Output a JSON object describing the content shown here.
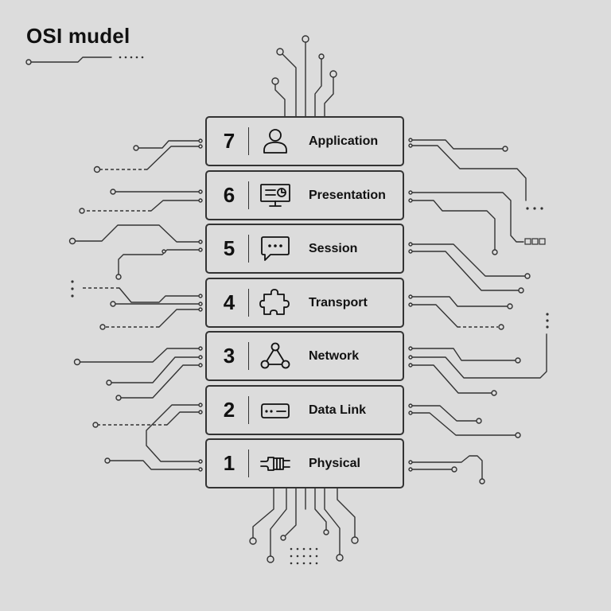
{
  "title": "OSI mudel",
  "layers": [
    {
      "number": "7",
      "name": "Application",
      "icon": "user-icon"
    },
    {
      "number": "6",
      "name": "Presentation",
      "icon": "monitor-chart-icon"
    },
    {
      "number": "5",
      "name": "Session",
      "icon": "chat-bubble-icon"
    },
    {
      "number": "4",
      "name": "Transport",
      "icon": "puzzle-piece-icon"
    },
    {
      "number": "3",
      "name": "Network",
      "icon": "network-nodes-icon"
    },
    {
      "number": "2",
      "name": "Data Link",
      "icon": "network-device-icon"
    },
    {
      "number": "1",
      "name": "Physical",
      "icon": "cable-plug-icon"
    }
  ]
}
